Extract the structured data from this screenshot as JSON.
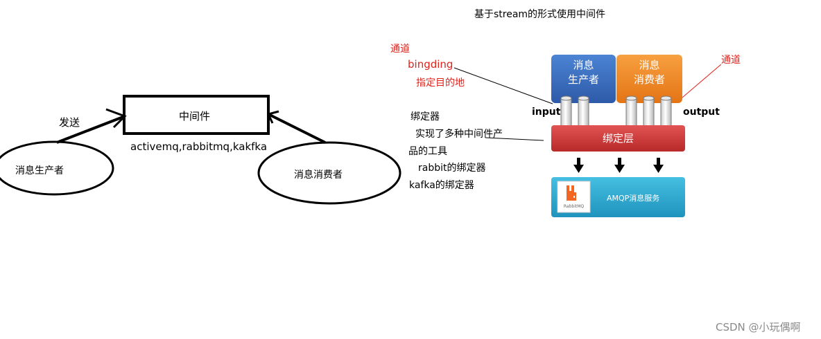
{
  "title": "基于stream的形式使用中间件",
  "left_diagram": {
    "middleware_label": "中间件",
    "send_label": "发送",
    "producer_label": "消息生产者",
    "consumer_label": "消息消费者",
    "examples_label": "activemq,rabbitmq,kakfka"
  },
  "annotations": {
    "channel_left": "通道",
    "binding": "bingding",
    "destination": "指定目的地",
    "channel_right": "通道",
    "binder_title": "绑定器",
    "binder_desc_line1": "实现了多种中间件产",
    "binder_desc_line2": "品的工具",
    "rabbit_binder": "rabbit的绑定器",
    "kafka_binder": "kafka的绑定器"
  },
  "stack": {
    "producer_line1": "消息",
    "producer_line2": "生产者",
    "consumer_line1": "消息",
    "consumer_line2": "消费者",
    "input_label": "input",
    "output_label": "output",
    "binding_layer": "绑定层",
    "amqp_service": "AMQP消息服务",
    "rabbitmq_logo_text": "RabbitMQ",
    "colors": {
      "producer": "#3b6fc0",
      "consumer": "#f08a1f",
      "binding_layer": "#cf3a3a",
      "amqp": "#2ca9cf"
    }
  },
  "watermark": "CSDN @小玩偶啊"
}
